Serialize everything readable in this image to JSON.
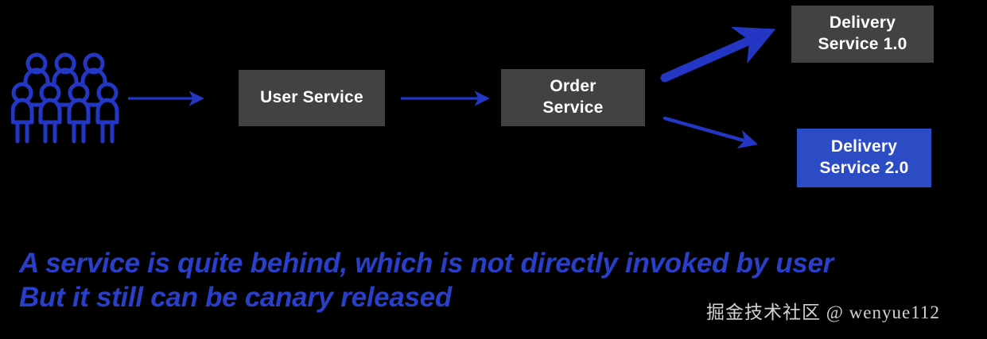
{
  "diagram": {
    "background_color": "#000000",
    "accent_blue": "#2A3FC9",
    "box_gray": "#424242",
    "box_blue": "#2B4CC4",
    "actor": {
      "icon": "people-group-icon",
      "label": ""
    },
    "nodes": [
      {
        "id": "user-service",
        "label": "User Service",
        "style": "gray"
      },
      {
        "id": "order-service",
        "label": "Order\nService",
        "style": "gray"
      },
      {
        "id": "delivery-1",
        "label": "Delivery\nService 1.0",
        "style": "gray"
      },
      {
        "id": "delivery-2",
        "label": "Delivery\nService 2.0",
        "style": "blue"
      }
    ],
    "arrows": [
      {
        "id": "users-to-user-service",
        "from": "users",
        "to": "user-service",
        "weight": "thin",
        "icon": "arrow-right-icon"
      },
      {
        "id": "user-to-order-service",
        "from": "user-service",
        "to": "order-service",
        "weight": "thin",
        "icon": "arrow-right-icon"
      },
      {
        "id": "order-to-delivery-1",
        "from": "order-service",
        "to": "delivery-1",
        "weight": "thick",
        "icon": "arrow-up-right-icon"
      },
      {
        "id": "order-to-delivery-2",
        "from": "order-service",
        "to": "delivery-2",
        "weight": "thin",
        "icon": "arrow-down-right-icon"
      }
    ]
  },
  "caption": {
    "line1": "A service is quite behind, which is not directly invoked by user",
    "line2": "But it still can be canary released",
    "color": "#2A3FC9"
  },
  "watermark": {
    "text": "掘金技术社区 @ wenyue112"
  }
}
